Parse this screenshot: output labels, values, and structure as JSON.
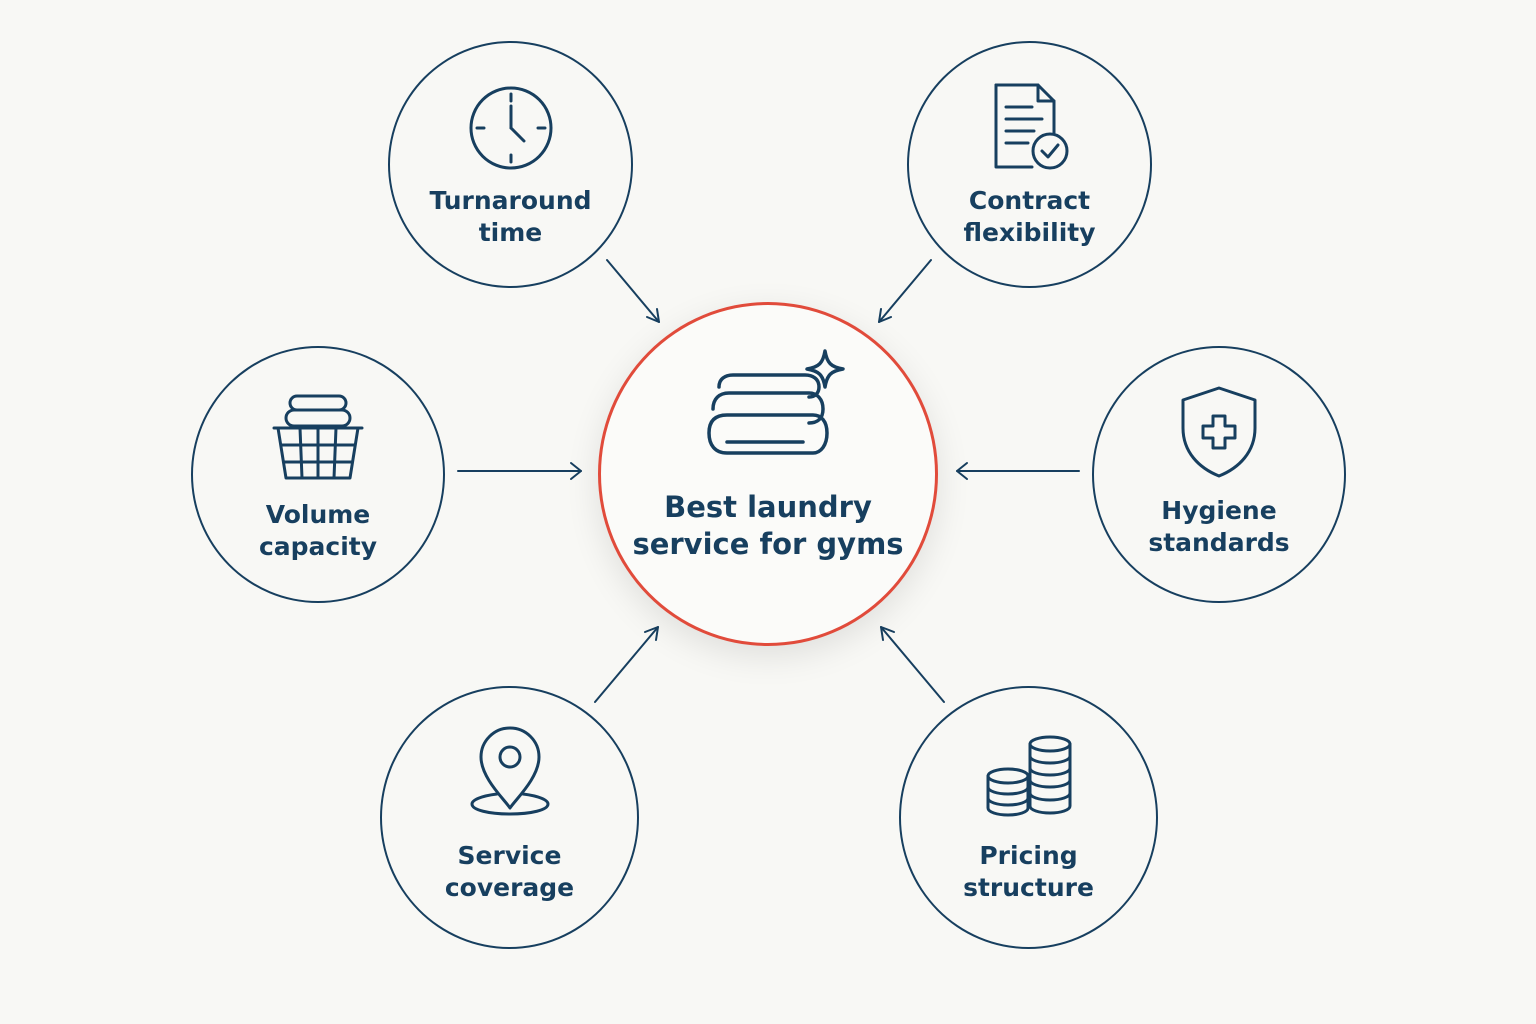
{
  "center": {
    "title_line1": "Best laundry",
    "title_line2": "service for gyms",
    "icon": "folded-towels-sparkle-icon"
  },
  "factors": [
    {
      "id": "turnaround",
      "line1": "Turnaround",
      "line2": "time",
      "icon": "clock-icon"
    },
    {
      "id": "contract",
      "line1": "Contract",
      "line2": "flexibility",
      "icon": "contract-check-icon"
    },
    {
      "id": "volume",
      "line1": "Volume",
      "line2": "capacity",
      "icon": "laundry-basket-icon"
    },
    {
      "id": "hygiene",
      "line1": "Hygiene",
      "line2": "standards",
      "icon": "shield-plus-icon"
    },
    {
      "id": "coverage",
      "line1": "Service",
      "line2": "coverage",
      "icon": "location-pin-icon"
    },
    {
      "id": "pricing",
      "line1": "Pricing",
      "line2": "structure",
      "icon": "coin-stacks-icon"
    }
  ],
  "colors": {
    "primary": "#173f5f",
    "accent": "#e14b3b",
    "background": "#f8f8f5"
  }
}
